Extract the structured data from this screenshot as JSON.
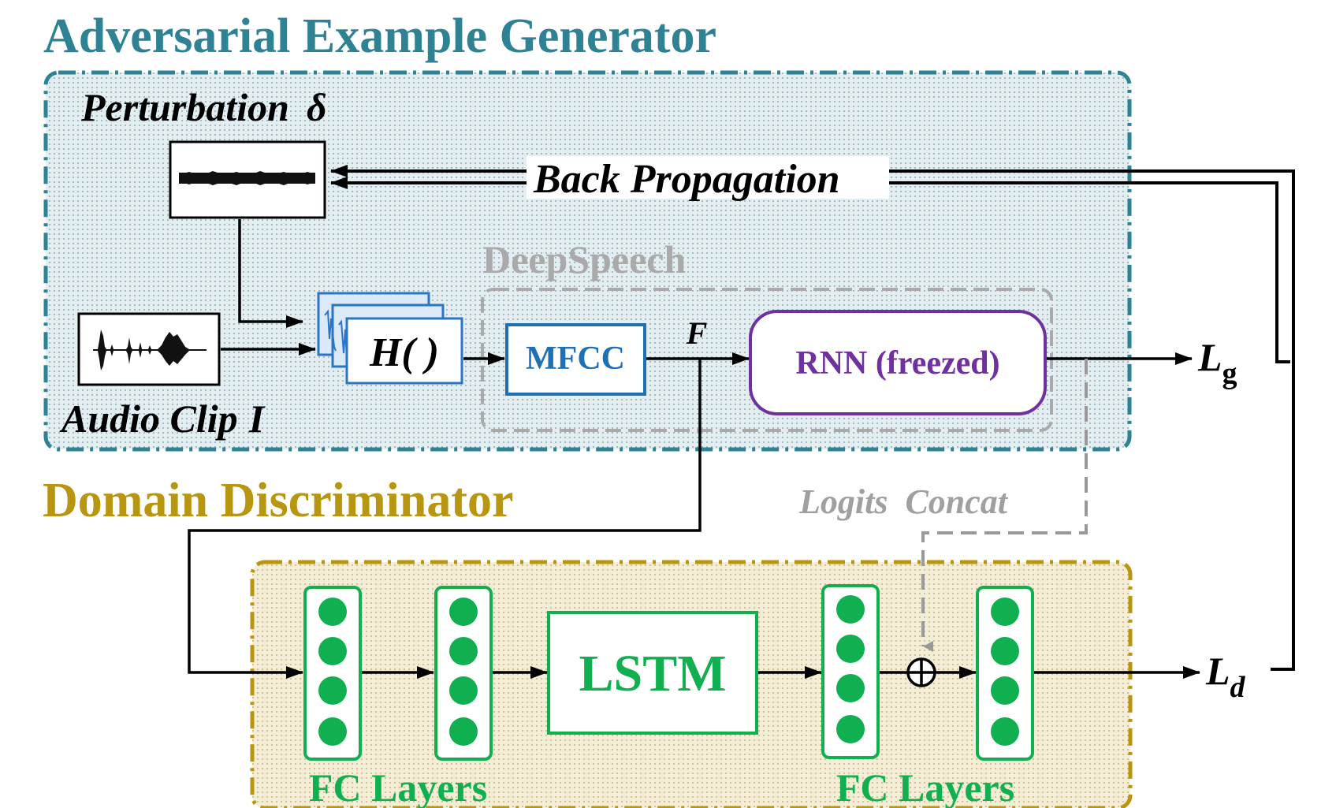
{
  "titles": {
    "generator": "Adversarial Example Generator",
    "discriminator": "Domain Discriminator"
  },
  "labels": {
    "perturbation": "Perturbation",
    "delta_symbol": "δ",
    "back_propagation": "Back Propagation",
    "deepspeech": "DeepSpeech",
    "audio_clip": "Audio Clip",
    "audio_clip_symbol": "I",
    "h_function": "H( )",
    "mfcc": "MFCC",
    "feature_symbol": "F",
    "rnn": "RNN (freezed)",
    "loss_g_base": "L",
    "loss_g_sub": "g",
    "loss_d_base": "L",
    "loss_d_sub": "d",
    "logits_concat": "Logits  Concat",
    "lstm": "LSTM",
    "fc_layers_left": "FC Layers",
    "fc_layers_right": "FC Layers",
    "concat_operator": "⊕"
  },
  "colors": {
    "generator_accent": "#2e8294",
    "discriminator_accent": "#b8960f",
    "deepspeech_gray": "#aaaaaa",
    "mfcc_blue": "#1f6fb6",
    "rnn_purple": "#7030a0",
    "neuron_green": "#10b050",
    "arrow_black": "#000000"
  },
  "icons": {
    "perturbation_waveform": "noise-waveform-icon",
    "audio_waveform": "speech-waveform-icon",
    "spectrogram_stack": "spectrogram-stack-icon"
  }
}
